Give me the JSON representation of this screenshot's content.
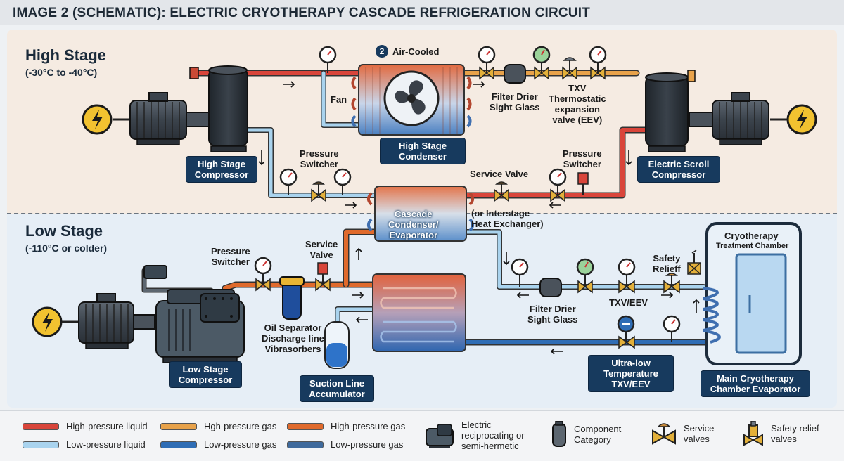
{
  "title": "IMAGE 2 (SCHEMATIC): ELECTRIC CRYOTHERAPY CASCADE REFRIGERATION CIRCUIT",
  "high_stage": {
    "title": "High Stage",
    "range": "(-30°C to -40°C)",
    "compressor_left_label": "High Stage Compressor",
    "compressor_right_label": "Electric Scroll Compressor",
    "condenser_label": "High Stage Condenser",
    "air_cooled_num": "2",
    "air_cooled_label": "Air-Cooled",
    "fan_label": "Fan",
    "filter_drier_label": "Filter Drier\nSight Glass",
    "txv_label": "TXV\nThermostatic\nexpansion\nvalve (EEV)",
    "pressure_switch_left": "Pressure\nSwitcher",
    "pressure_switch_right": "Pressure\nSwitcher",
    "service_valve_label": "Service Valve",
    "cascade_label": "Cascade\nCondenser/\nEvaporator",
    "interstage_label": "(or Interstage\nHeat Exchanger)"
  },
  "low_stage": {
    "title": "Low Stage",
    "range": "(-110°C or colder)",
    "compressor_label": "Low Stage Compressor",
    "pressure_switch_label": "Pressure\nSwitcher",
    "service_valve_label": "Service\nValve",
    "oil_separator_label": "Oil Separator\nDischarge line\nVibrasorbers",
    "accumulator_label": "Suction Line Accumulator",
    "filter_drier_label": "Filter Drier\nSight Glass",
    "txv_label": "TXV/EEV",
    "safety_relief_label": "Safety\nRelieff",
    "chamber_title": "Cryotherapy",
    "chamber_subtitle": "Treatment Chamber",
    "ultra_low_label": "Ultra-low Temperature TXV/EEV",
    "evaporator_label": "Main Cryotherapy Chamber Evaporator"
  },
  "legend": [
    {
      "label": "High-pressure liquid",
      "color": "#d9453a"
    },
    {
      "label": "Low-pressure liquid",
      "color": "#a9d3ee"
    },
    {
      "label": "Hgh-pressure gas",
      "color": "#e8a24a"
    },
    {
      "label": "Low-pressure gas",
      "color": "#2f6db5"
    },
    {
      "label": "High-pressure gas",
      "color": "#e06a2c"
    },
    {
      "label": "Low-pressure gas",
      "color": "#3f6a9c"
    }
  ],
  "legend_icons": [
    {
      "label": "Electric\nreciprocating or\nsemi-hermetic",
      "icon": "compressor-icon"
    },
    {
      "label": "Component\nCategory",
      "icon": "component-icon"
    },
    {
      "label": "Service\nvalves",
      "icon": "service-valve-icon"
    },
    {
      "label": "Safety relief\nvalves",
      "icon": "safety-relief-valve-icon"
    }
  ],
  "colors": {
    "hp_liquid": "#d9453a",
    "lp_liquid": "#a9d3ee",
    "hp_gas_orange": "#e8a24a",
    "lp_gas_blue": "#2f6db5",
    "hp_gas_red": "#e06a2c",
    "lp_gas_navy": "#3f6a9c",
    "tag_bg": "#173a5e"
  }
}
